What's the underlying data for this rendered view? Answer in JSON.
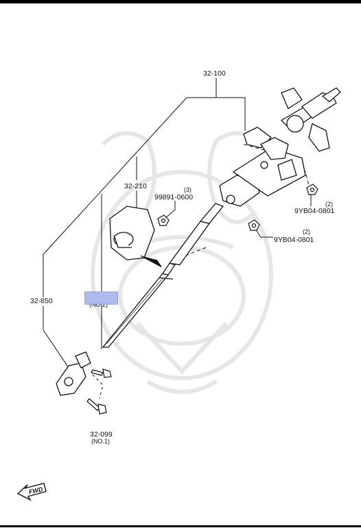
{
  "callouts": {
    "column_assembly": "32-100",
    "cover": "32-210",
    "nut_part": "99891-0600",
    "nut_qty": "(3)",
    "nut_right_upper": "9YB04-0801",
    "nut_right_upper_qty": "(2)",
    "nut_right_lower": "9YB04-0801",
    "nut_right_lower_qty": "(2)",
    "joint": "32-850",
    "bolt": "32-099",
    "bolt_note": "(NO.1)",
    "hidden_note": "(NO.2)"
  },
  "fwd_label": "FWD",
  "colors": {
    "highlight": "#a9b6ea",
    "line": "#111111",
    "watermark": "#e6e6e6"
  }
}
